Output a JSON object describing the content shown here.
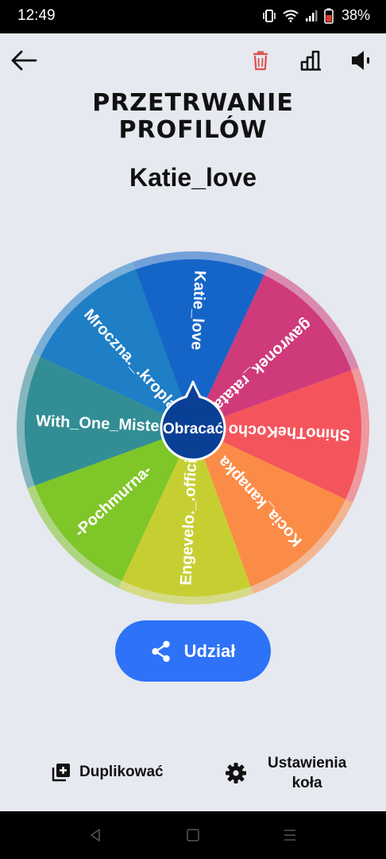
{
  "status_bar": {
    "time": "12:49",
    "battery": "38%",
    "icons": [
      "vibrate-icon",
      "wifi-icon",
      "signal-icon",
      "battery-icon"
    ]
  },
  "toolbar": {
    "icons": [
      "back-arrow-icon",
      "trash-icon",
      "leaderboard-icon",
      "speaker-icon"
    ],
    "trash_color": "#e04d4d"
  },
  "title": {
    "line1": "Przetrwanie",
    "line2": "profilów"
  },
  "selected_name": "Katie_love",
  "wheel": {
    "spin_label": "Obracać",
    "hub_color": "#0a3f96",
    "segments": [
      {
        "label": "Katie_love",
        "color": "#1565c8"
      },
      {
        "label": "gawronek_ratatata",
        "color": "#cf3a7b"
      },
      {
        "label": "ShinoTheKocho",
        "color": "#f4555d"
      },
      {
        "label": "Kocia_kanapka",
        "color": "#fb8c47"
      },
      {
        "label": "Engevelo._.official",
        "color": "#c6cf32"
      },
      {
        "label": "-Pochmurna-",
        "color": "#7fc628"
      },
      {
        "label": "With_One_Mister",
        "color": "#328e94"
      },
      {
        "label": "Mroczna._.kropla",
        "color": "#1e7ec6"
      }
    ]
  },
  "share_button": {
    "label": "Udział",
    "icon": "share-icon",
    "color": "#2d72f7"
  },
  "bottom": {
    "duplicate_label": "Duplikować",
    "duplicate_icon": "duplicate-icon",
    "settings_line1": "Ustawienia",
    "settings_line2": "koła",
    "settings_icon": "gear-icon"
  },
  "nav_bar": {
    "icons": [
      "nav-back-icon",
      "nav-home-icon",
      "nav-recents-icon"
    ]
  }
}
